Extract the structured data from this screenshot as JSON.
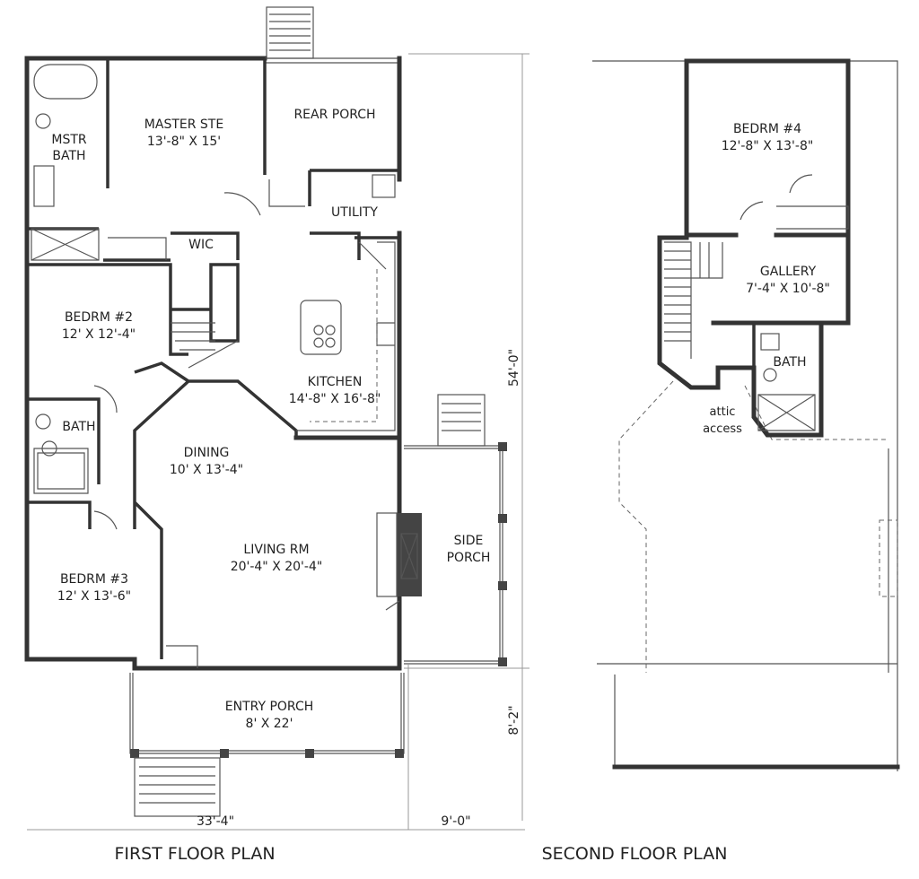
{
  "first_floor": {
    "title": "FIRST FLOOR PLAN",
    "rooms": {
      "mstr_bath": [
        "MSTR",
        "BATH"
      ],
      "master_ste": {
        "name": "MASTER STE",
        "size": "13'-8\" X 15'"
      },
      "rear_porch": "REAR PORCH",
      "utility": "UTILITY",
      "wic": "WIC",
      "bedrm2": {
        "name": "BEDRM #2",
        "size": "12' X 12'-4\""
      },
      "kitchen": {
        "name": "KITCHEN",
        "size": "14'-8\" X 16'-8\""
      },
      "bath": "BATH",
      "dining": {
        "name": "DINING",
        "size": "10' X 13'-4\""
      },
      "living": {
        "name": "LIVING RM",
        "size": "20'-4\" X 20'-4\""
      },
      "side_porch": [
        "SIDE",
        "PORCH"
      ],
      "bedrm3": {
        "name": "BEDRM #3",
        "size": "12' X 13'-6\""
      },
      "entry_porch": {
        "name": "ENTRY PORCH",
        "size": "8' X 22'"
      }
    },
    "dimensions": {
      "depth": "54'-0\"",
      "porch_depth": "8'-2\"",
      "width": "33'-4\"",
      "side_width": "9'-0\""
    }
  },
  "second_floor": {
    "title": "SECOND FLOOR PLAN",
    "rooms": {
      "bedrm4": {
        "name": "BEDRM #4",
        "size": "12'-8\" X 13'-8\""
      },
      "gallery": {
        "name": "GALLERY",
        "size": "7'-4\" X 10'-8\""
      },
      "bath": "BATH",
      "attic": [
        "attic",
        "access"
      ]
    }
  }
}
